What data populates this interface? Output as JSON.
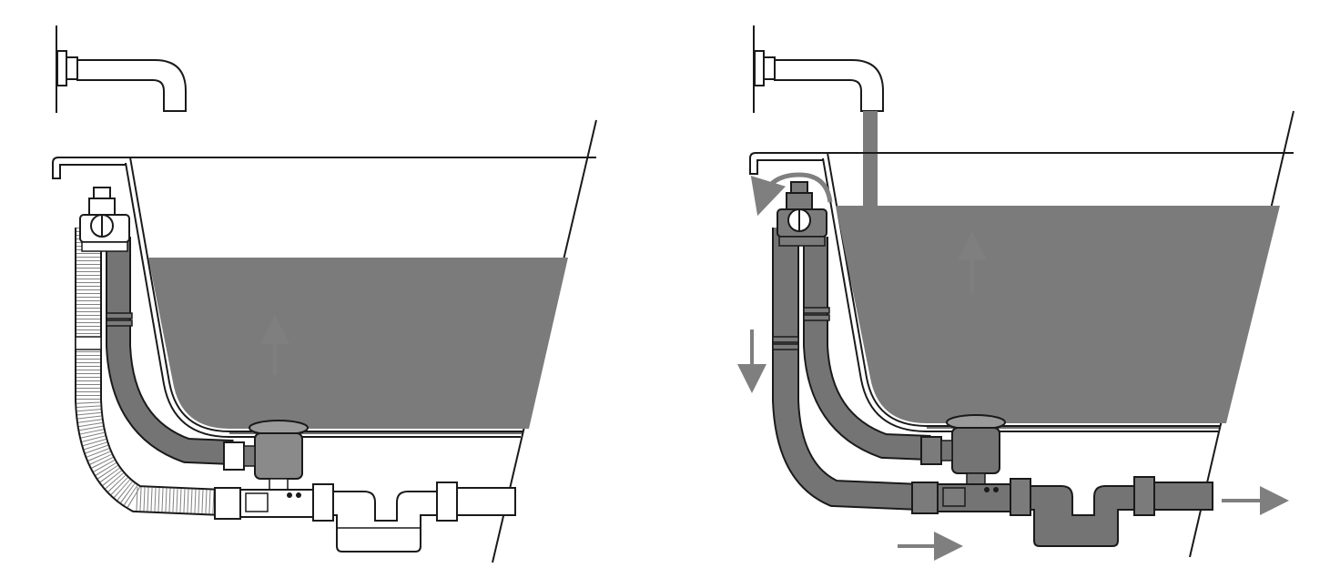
{
  "figure": {
    "panels": [
      {
        "id": "bath-filling",
        "state": "filling",
        "faucet_running": false,
        "overflow_pipe_filled": false,
        "waste_pipe_filled": false,
        "arrows": [
          "water-rising"
        ]
      },
      {
        "id": "bath-overflowing",
        "state": "overflowing",
        "faucet_running": true,
        "overflow_pipe_filled": true,
        "waste_pipe_filled": true,
        "arrows": [
          "water-rising",
          "overflow-entry",
          "overflow-down",
          "waste-flow",
          "drain-out"
        ]
      }
    ],
    "colors": {
      "water": "#7b7b7b",
      "pipe_filled": "#747474",
      "pipe_empty": "#ffffff",
      "outline": "#1a1a1a",
      "arrow": "#7f7f7f",
      "background": "#ffffff"
    },
    "icons": [
      "faucet-icon",
      "bathtub-icon",
      "overflow-assembly-icon",
      "trap-icon",
      "arrow-icon"
    ]
  }
}
